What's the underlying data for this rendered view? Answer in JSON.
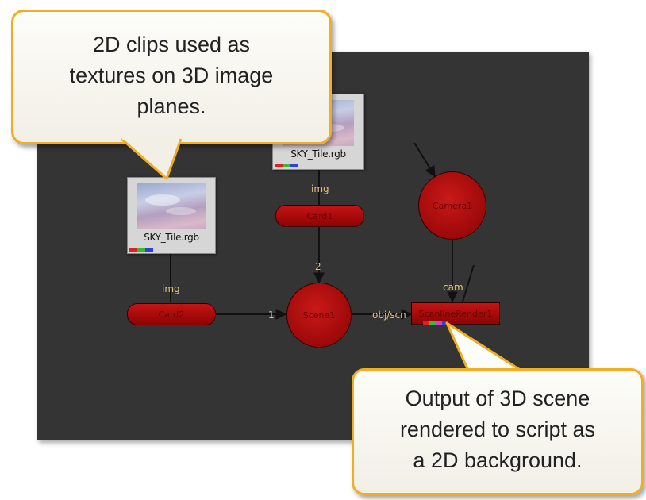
{
  "callouts": {
    "top": "2D clips used as\ntextures on 3D image\nplanes.",
    "bottom": "Output of 3D scene\nrendered to script as\na 2D background."
  },
  "nodes": {
    "read_left": {
      "filename": "SKY_Tile.rgb"
    },
    "read_top": {
      "filename": "SKY_Tile.rgb"
    },
    "card2": "Card2",
    "card1": "Card1",
    "scene1": "Scene1",
    "camera1": "Camera1",
    "render": "ScanlineRender1"
  },
  "pipe_labels": {
    "img_left": "img",
    "img_top": "img",
    "scene_input_1": "1",
    "scene_input_2": "2",
    "obj_scn": "obj/scn",
    "cam": "cam"
  },
  "colors": {
    "graph_bg": "#343434",
    "node_red": "#b00a0a",
    "callout_border": "#f2ad25",
    "pipe_label": "#e3c27a"
  },
  "channel_colors": [
    "#e02020",
    "#2fbf2f",
    "#2f3fe0"
  ]
}
